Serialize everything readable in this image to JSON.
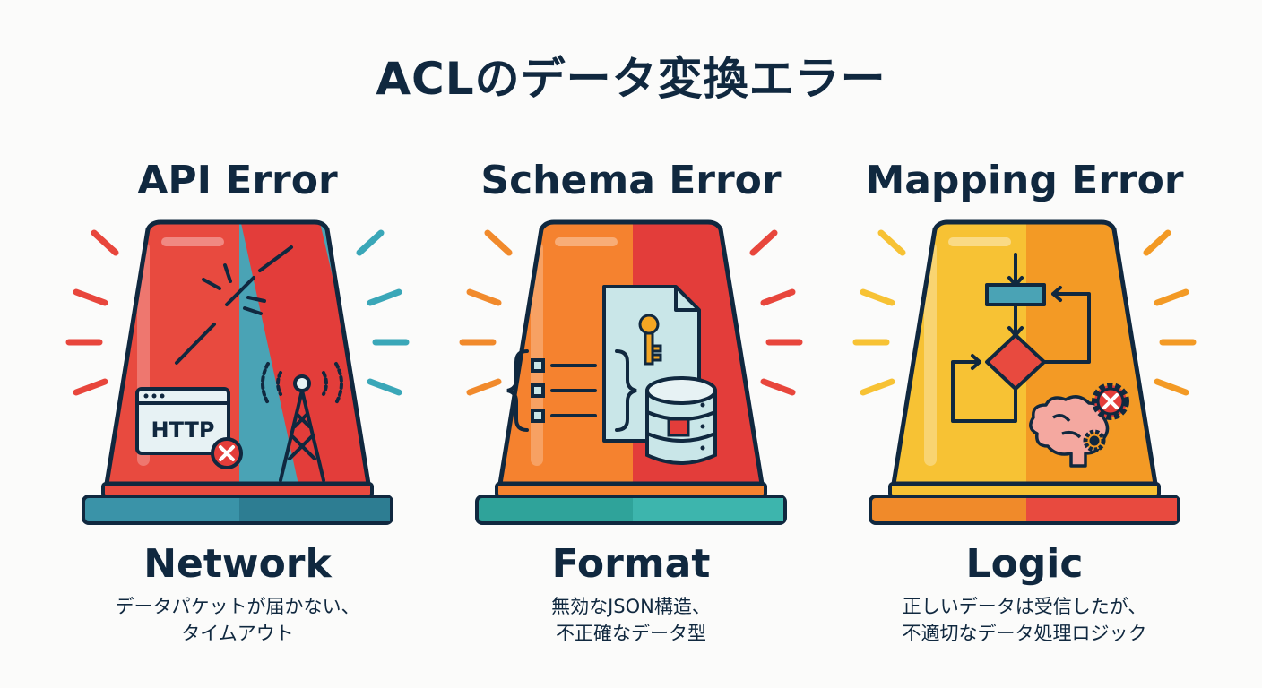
{
  "title": "ACLのデータ変換エラー",
  "columns": [
    {
      "heading": "API Error",
      "category": "Network",
      "description": [
        "データパケットが届かない、",
        "タイムアウト"
      ],
      "icon_label": "HTTP",
      "icons": [
        "broken-cable-icon",
        "browser-window-icon",
        "error-x-icon",
        "signal-tower-icon"
      ],
      "colors": {
        "left": "#e84a3f",
        "right": "#4aa3b5",
        "base": "#3a93a8",
        "rays": [
          "#e8463c",
          "#3aa7b8"
        ]
      }
    },
    {
      "heading": "Schema Error",
      "category": "Format",
      "description": [
        "無効なJSON構造、",
        "不正確なデータ型"
      ],
      "icons": [
        "curly-braces-icon",
        "document-icon",
        "key-icon",
        "database-icon"
      ],
      "colors": {
        "left": "#f5822f",
        "right": "#e33d3a",
        "base": "#2fa39a",
        "rays": [
          "#f18a2c",
          "#e8463c"
        ]
      }
    },
    {
      "heading": "Mapping Error",
      "category": "Logic",
      "description": [
        "正しいデータは受信したが、",
        "不適切なデータ処理ロジック"
      ],
      "icons": [
        "flowchart-icon",
        "brain-icon",
        "gear-icon",
        "error-x-icon"
      ],
      "colors": {
        "left": "#f7c234",
        "right": "#f39a25",
        "base": "#f08a2a",
        "rays": [
          "#f7c234",
          "#f39a25"
        ]
      }
    }
  ]
}
